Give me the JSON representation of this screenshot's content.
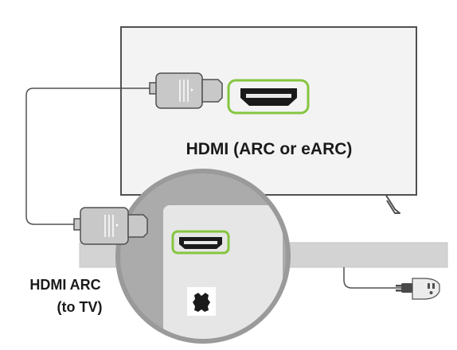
{
  "labels": {
    "tv_port": "HDMI (ARC or eARC)",
    "soundbar_port_line1": "HDMI ARC",
    "soundbar_port_line2": "(to TV)"
  },
  "colors": {
    "highlight": "#86c540",
    "outline": "#505050",
    "port_fill": "#1a1a1a",
    "connector_fill": "#c8c8c8",
    "soundbar_fill": "#d3d3d3",
    "zoom_ring": "#9a9a9a",
    "zoom_bg": "#ababab",
    "panel_fill": "#e6e6e6",
    "tv_fill": "#f3f3f3"
  },
  "icons": {
    "tv": "tv-icon",
    "hdmi_plug": "hdmi-plug-icon",
    "hdmi_port": "hdmi-port-icon",
    "optical_port": "optical-port-icon",
    "power_plug": "power-plug-icon"
  }
}
